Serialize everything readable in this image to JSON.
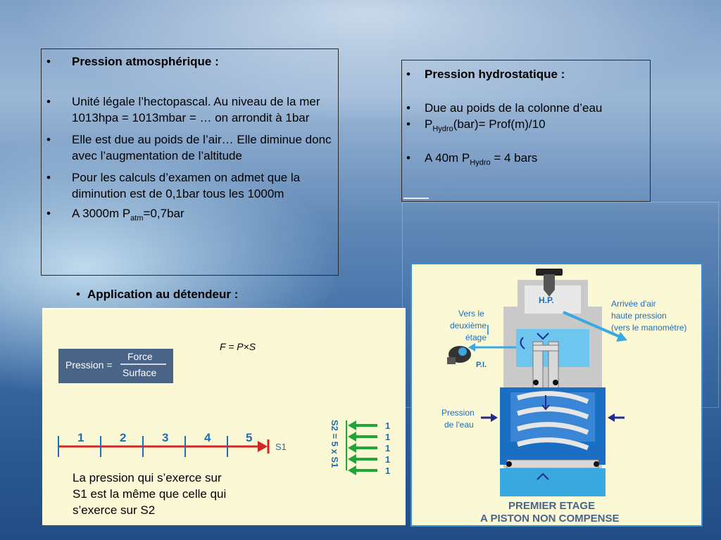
{
  "atm": {
    "title": "Pression atmosphérique :",
    "b1": "Unité légale l’hectopascal.  Au niveau de la mer 1013hpa = 1013mbar = … on arrondit à 1bar",
    "b2": "Elle est due au poids de l’air… Elle diminue donc avec l’augmentation de l’altitude",
    "b3": "Pour les calculs d’examen on admet que la diminution est de 0,1bar tous les 1000m",
    "b4_pre": "A 3000m P",
    "b4_sub": "atm",
    "b4_post": "=0,7bar"
  },
  "hydro": {
    "title": "Pression hydrostatique :",
    "b1": "Due au poids de la colonne d’eau",
    "b2_pre": "P",
    "b2_sub": "Hydro",
    "b2_post": "(bar)= Prof(m)/10",
    "b3_pre": " A 40m P",
    "b3_sub": "Hydro",
    "b3_post": " = 4 bars"
  },
  "app": {
    "title": "Application au détendeur :",
    "formula": "F = P×S",
    "pressure_label": "Pression =",
    "force": "Force",
    "surface": "Surface",
    "scale": [
      "1",
      "2",
      "3",
      "4",
      "5"
    ],
    "s1": "S1",
    "s2_label": "S2 = 5 x S1",
    "ones": [
      "1",
      "1",
      "1",
      "1",
      "1"
    ],
    "caption": "La pression qui s’exerce sur S1 est la même que celle qui s’exerce sur S2"
  },
  "diagram": {
    "hp": "H.P.",
    "arrivee": [
      "Arrivée d'air",
      "haute pression",
      "(vers le manomètre)"
    ],
    "vers": [
      "Vers le",
      "deuxième",
      "étage"
    ],
    "pi": "P.I.",
    "pression_eau": [
      "Pression",
      "de l'eau"
    ],
    "footer1": "PREMIER ETAGE",
    "footer2": "A PISTON NON COMPENSE"
  },
  "colors": {
    "panel": "#fbf8d6",
    "box_blue": "#4a6488",
    "scale_red": "#d42424",
    "scale_blue": "#1e6fb6",
    "arrow_green": "#1fa83a",
    "water_blue": "#1a6fc2",
    "light_blue": "#3aa9e0",
    "arrow_blue": "#1f2a8c"
  }
}
